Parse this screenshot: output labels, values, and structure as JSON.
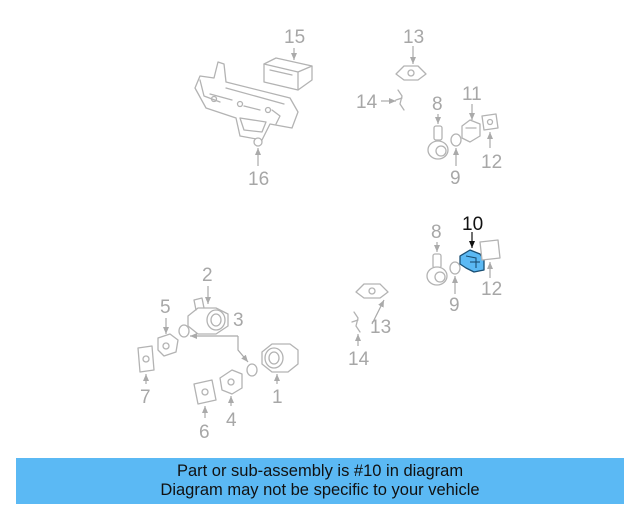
{
  "diagram": {
    "highlighted_part": "10",
    "highlight_color": "#5bb9f4",
    "callouts": {
      "c15": "15",
      "c13a": "13",
      "c14a": "14",
      "c8a": "8",
      "c11": "11",
      "c12a": "12",
      "c9a": "9",
      "c16": "16",
      "c10": "10",
      "c8b": "8",
      "c12b": "12",
      "c9b": "9",
      "c2": "2",
      "c5": "5",
      "c3": "3",
      "c13b": "13",
      "c14b": "14",
      "c7": "7",
      "c1": "1",
      "c4": "4",
      "c6": "6"
    }
  },
  "banner": {
    "line1": "Part or sub-assembly is #10 in diagram",
    "line2": "Diagram may not be specific to your vehicle",
    "color": "#5bb9f4"
  }
}
